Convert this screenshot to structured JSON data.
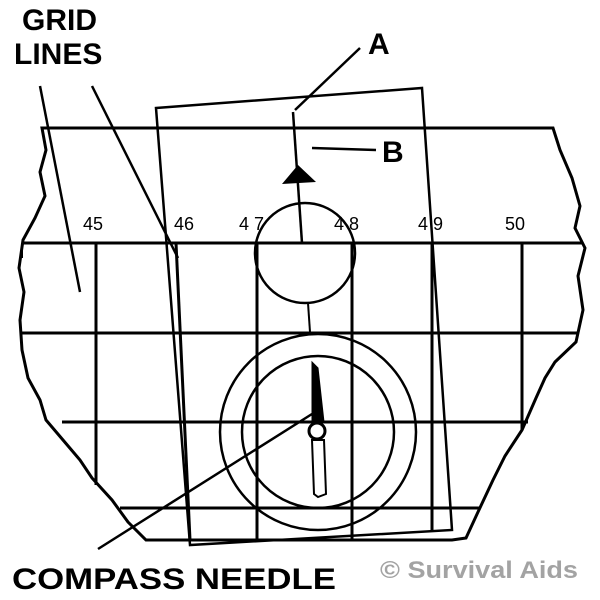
{
  "labels": {
    "grid_lines_line1": "GRID",
    "grid_lines_line2": "LINES",
    "point_a": "A",
    "point_b": "B",
    "compass_needle": "COMPASS NEEDLE",
    "credit": "© Survival Aids"
  },
  "grid_numbers": [
    "45",
    "46",
    "4 7",
    "4 8",
    "4 9",
    "50"
  ],
  "colors": {
    "ink": "#000000",
    "credit": "#a3a3a3",
    "background": "#ffffff"
  }
}
